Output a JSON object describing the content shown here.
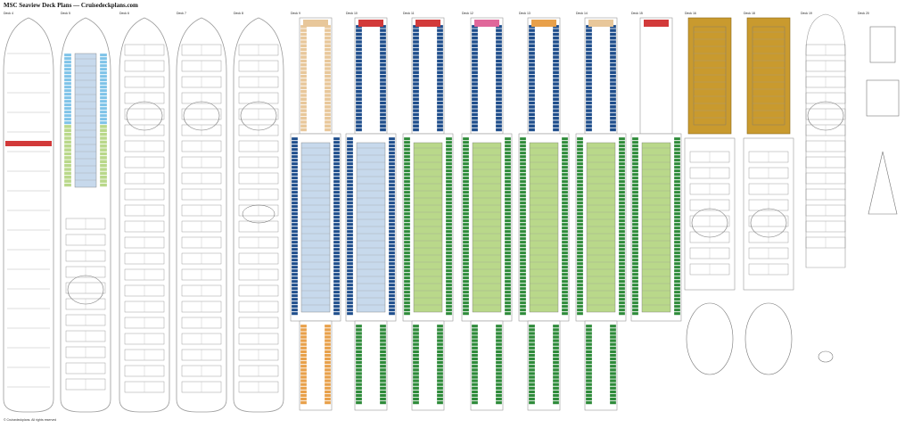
{
  "title": "MSC Seaview Deck Plans — Cruisedeckplans.com",
  "copyright": "© Cruisedeckplans. All rights reserved",
  "decks": [
    {
      "label": "Deck 4",
      "style": "service"
    },
    {
      "label": "Deck 5",
      "style": "cabins-blue-green"
    },
    {
      "label": "Deck 6",
      "style": "public"
    },
    {
      "label": "Deck 7",
      "style": "public"
    },
    {
      "label": "Deck 8",
      "style": "public-detailed"
    },
    {
      "label": "Deck 9",
      "style": "cabins-full"
    },
    {
      "label": "Deck 10",
      "style": "cabins-full"
    },
    {
      "label": "Deck 11",
      "style": "cabins-full"
    },
    {
      "label": "Deck 12",
      "style": "cabins-full"
    },
    {
      "label": "Deck 13",
      "style": "cabins-full"
    },
    {
      "label": "Deck 14",
      "style": "cabins-full"
    },
    {
      "label": "Deck 15",
      "style": "cabins-partial"
    },
    {
      "label": "Deck 16",
      "style": "yacht-club"
    },
    {
      "label": "Deck 18",
      "style": "yacht-club"
    },
    {
      "label": "Deck 19",
      "style": "pool"
    },
    {
      "label": "Deck 20",
      "style": "top"
    }
  ],
  "colors": {
    "hull_outline": "#9a9a9a",
    "cabin_dark_blue": "#1f4e8c",
    "cabin_light_blue": "#7ec3e8",
    "cabin_green": "#2e8b3a",
    "cabin_light_green": "#b9d88a",
    "cabin_orange": "#e8a04a",
    "cabin_tan": "#e8c79a",
    "cabin_pink": "#e0679a",
    "cabin_red": "#d23a3a",
    "cabin_gold": "#c99a2e",
    "interior_blue": "#c7d9ec",
    "deck_grey": "#cfcfcf"
  }
}
